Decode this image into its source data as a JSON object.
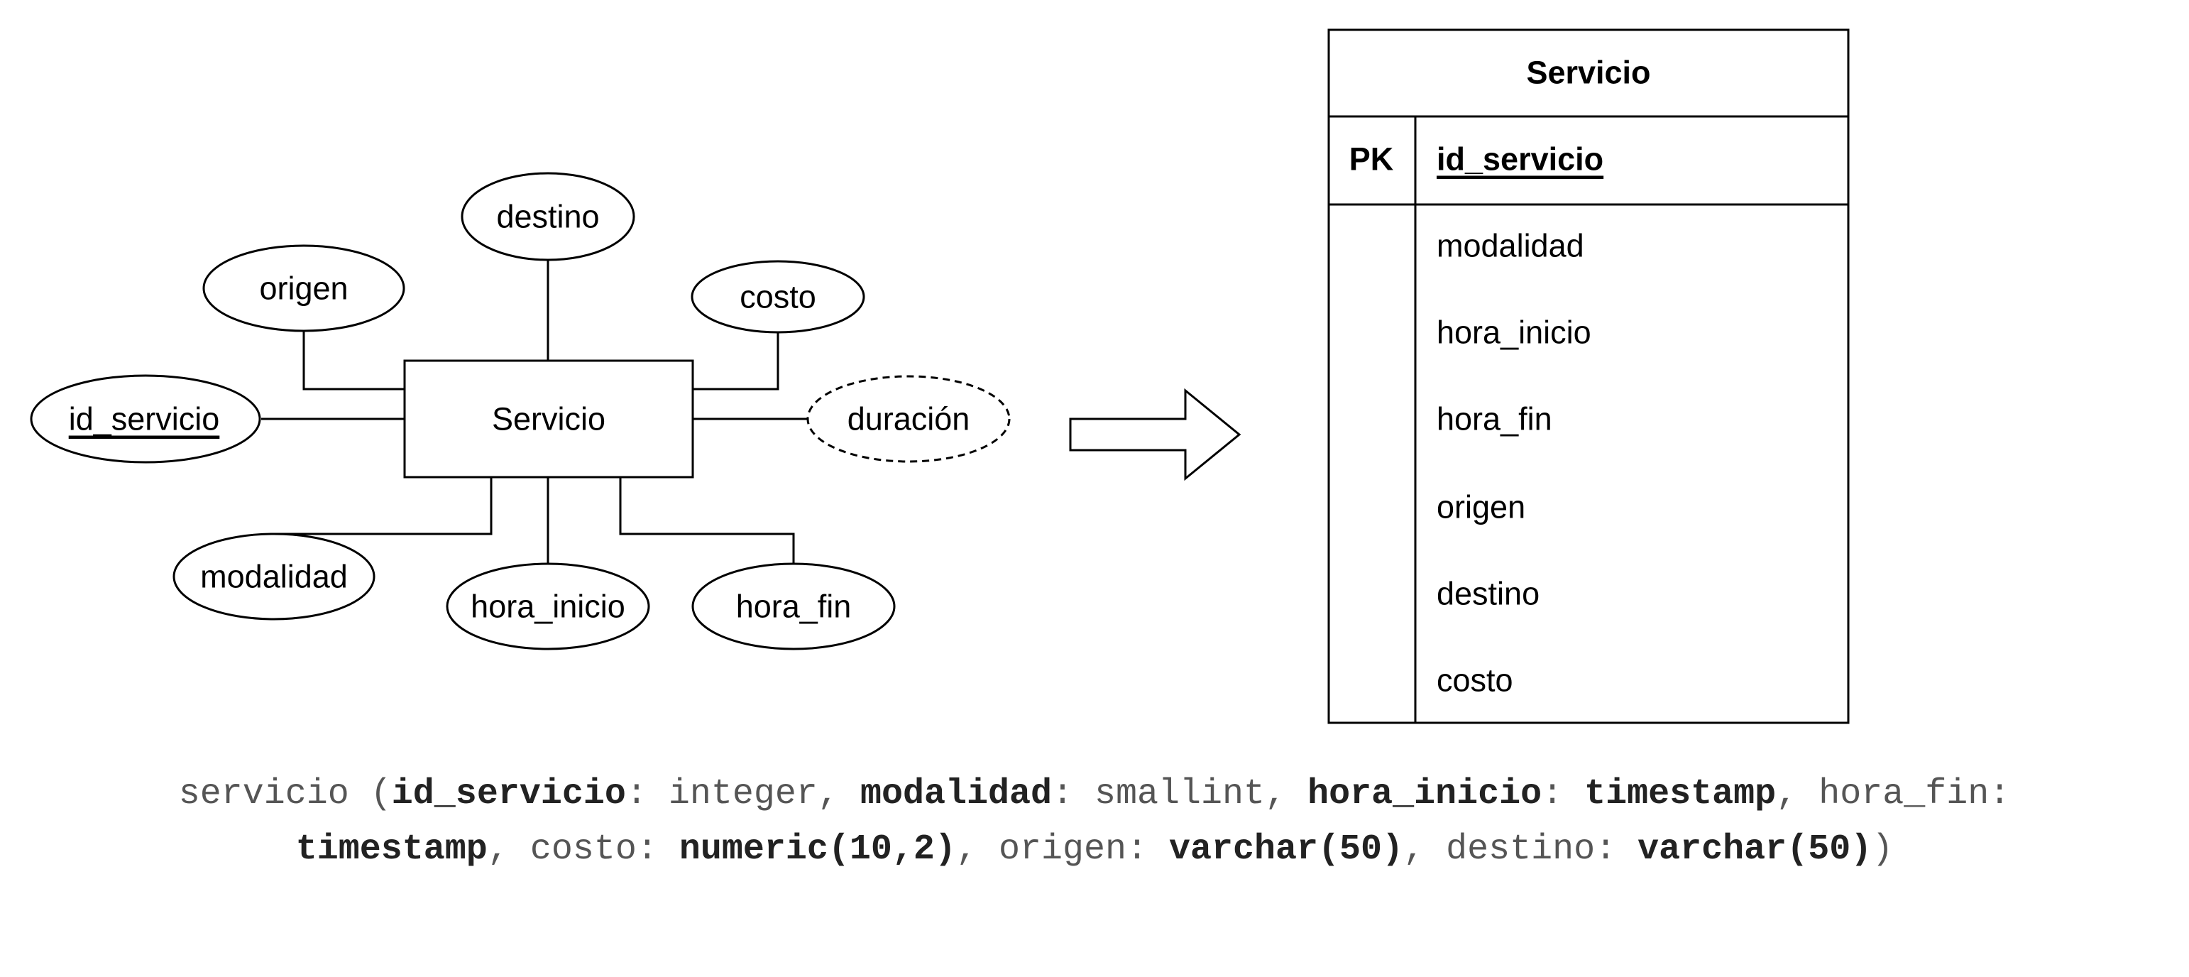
{
  "er": {
    "entity": "Servicio",
    "attributes": {
      "key": "id_servicio",
      "origen": "origen",
      "destino": "destino",
      "costo": "costo",
      "derived": "duración",
      "modalidad": "modalidad",
      "hora_inicio": "hora_inicio",
      "hora_fin": "hora_fin"
    }
  },
  "table": {
    "title": "Servicio",
    "pk_label": "PK",
    "pk_field": "id_servicio",
    "fields": [
      "modalidad",
      "hora_inicio",
      "hora_fin",
      "origen",
      "destino",
      "costo"
    ]
  },
  "schema": {
    "name": "servicio",
    "line1": [
      {
        "name": "id_servicio",
        "name_bold": true,
        "type": "integer",
        "type_bold": false
      },
      {
        "name": "modalidad",
        "name_bold": true,
        "type": "smallint",
        "type_bold": false
      },
      {
        "name": "hora_inicio",
        "name_bold": true,
        "type": "timestamp",
        "type_bold": true
      },
      {
        "name": "hora_fin",
        "name_bold": false,
        "type": "",
        "type_bold": false
      }
    ],
    "line2": [
      {
        "name": "",
        "name_bold": false,
        "type": "timestamp",
        "type_bold": true
      },
      {
        "name": "costo",
        "name_bold": false,
        "type": "numeric(10,2)",
        "type_bold": true
      },
      {
        "name": "origen",
        "name_bold": false,
        "type": "varchar(50)",
        "type_bold": true
      },
      {
        "name": "destino",
        "name_bold": false,
        "type": "varchar(50)",
        "type_bold": true
      }
    ]
  }
}
